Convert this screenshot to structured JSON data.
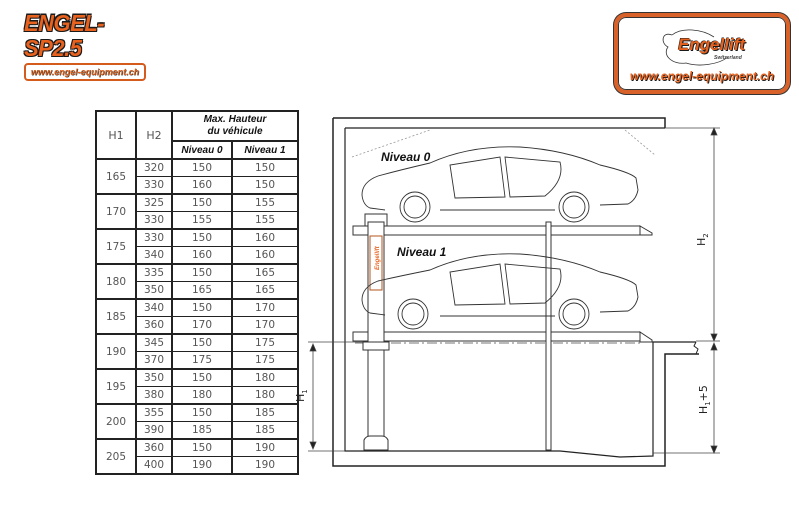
{
  "header": {
    "product_logo": {
      "title": "ENGEL-SP2.5",
      "url": "www.engel-equipment.ch"
    },
    "brand_logo": {
      "brand": "Engellift",
      "subtitle": "Switzerland",
      "url": "www.engel-equipment.ch"
    }
  },
  "table": {
    "headers": {
      "h1": "H1",
      "h2": "H2",
      "max_height_line1": "Max. Hauteur",
      "max_height_line2": "du véhicule",
      "level0": "Niveau 0",
      "level1": "Niveau 1"
    },
    "groups": [
      {
        "h1": "165",
        "rows": [
          {
            "h2": "320",
            "n0": "150",
            "n1": "150"
          },
          {
            "h2": "330",
            "n0": "160",
            "n1": "150"
          }
        ]
      },
      {
        "h1": "170",
        "rows": [
          {
            "h2": "325",
            "n0": "150",
            "n1": "155"
          },
          {
            "h2": "330",
            "n0": "155",
            "n1": "155"
          }
        ]
      },
      {
        "h1": "175",
        "rows": [
          {
            "h2": "330",
            "n0": "150",
            "n1": "160"
          },
          {
            "h2": "340",
            "n0": "160",
            "n1": "160"
          }
        ]
      },
      {
        "h1": "180",
        "rows": [
          {
            "h2": "335",
            "n0": "150",
            "n1": "165"
          },
          {
            "h2": "350",
            "n0": "165",
            "n1": "165"
          }
        ]
      },
      {
        "h1": "185",
        "rows": [
          {
            "h2": "340",
            "n0": "150",
            "n1": "170"
          },
          {
            "h2": "360",
            "n0": "170",
            "n1": "170"
          }
        ]
      },
      {
        "h1": "190",
        "rows": [
          {
            "h2": "345",
            "n0": "150",
            "n1": "175"
          },
          {
            "h2": "370",
            "n0": "175",
            "n1": "175"
          }
        ]
      },
      {
        "h1": "195",
        "rows": [
          {
            "h2": "350",
            "n0": "150",
            "n1": "180"
          },
          {
            "h2": "380",
            "n0": "180",
            "n1": "180"
          }
        ]
      },
      {
        "h1": "200",
        "rows": [
          {
            "h2": "355",
            "n0": "150",
            "n1": "185"
          },
          {
            "h2": "390",
            "n0": "185",
            "n1": "185"
          }
        ]
      },
      {
        "h1": "205",
        "rows": [
          {
            "h2": "360",
            "n0": "150",
            "n1": "190"
          },
          {
            "h2": "400",
            "n0": "190",
            "n1": "190"
          }
        ]
      }
    ]
  },
  "drawing": {
    "level0_label": "Niveau 0",
    "level1_label": "Niveau 1",
    "dim_h2": "H",
    "dim_h2_sub": "2",
    "dim_h1": "H",
    "dim_h1_sub": "1",
    "dim_h1_plus": "H",
    "dim_h1_plus_sub": "1",
    "dim_h1_plus_suffix": "+5",
    "column_badge": "Engellift",
    "colors": {
      "brand_orange": "#e8621e",
      "line": "#222222"
    }
  }
}
